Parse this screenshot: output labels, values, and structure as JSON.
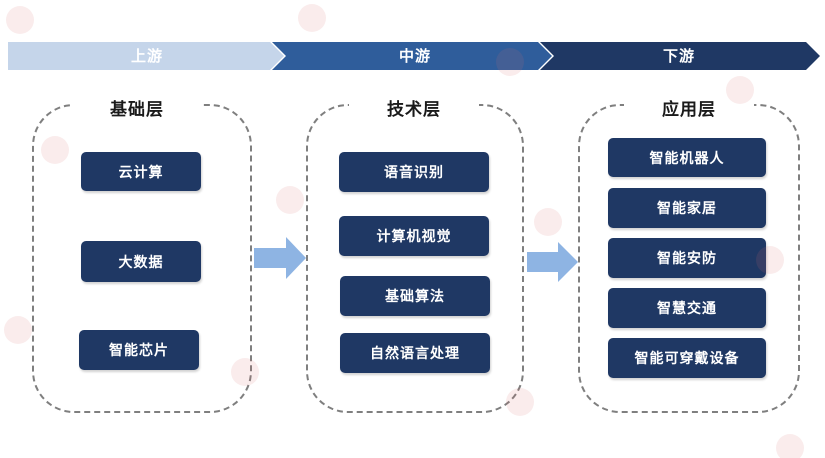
{
  "flow": {
    "stages": [
      {
        "label": "上游",
        "color": "#c5d5ea"
      },
      {
        "label": "中游",
        "color": "#2f5d9b"
      },
      {
        "label": "下游",
        "color": "#1f3864"
      }
    ]
  },
  "columns": [
    {
      "title": "基础层",
      "items": [
        "云计算",
        "大数据",
        "智能芯片"
      ]
    },
    {
      "title": "技术层",
      "items": [
        "语音识别",
        "计算机视觉",
        "基础算法",
        "自然语言处理"
      ]
    },
    {
      "title": "应用层",
      "items": [
        "智能机器人",
        "智能家居",
        "智能安防",
        "智慧交通",
        "智能可穿戴设备"
      ]
    }
  ],
  "colors": {
    "box": "#1f3864",
    "arrow": "#8eb4e3",
    "dashed_border": "#7f7f7f"
  }
}
